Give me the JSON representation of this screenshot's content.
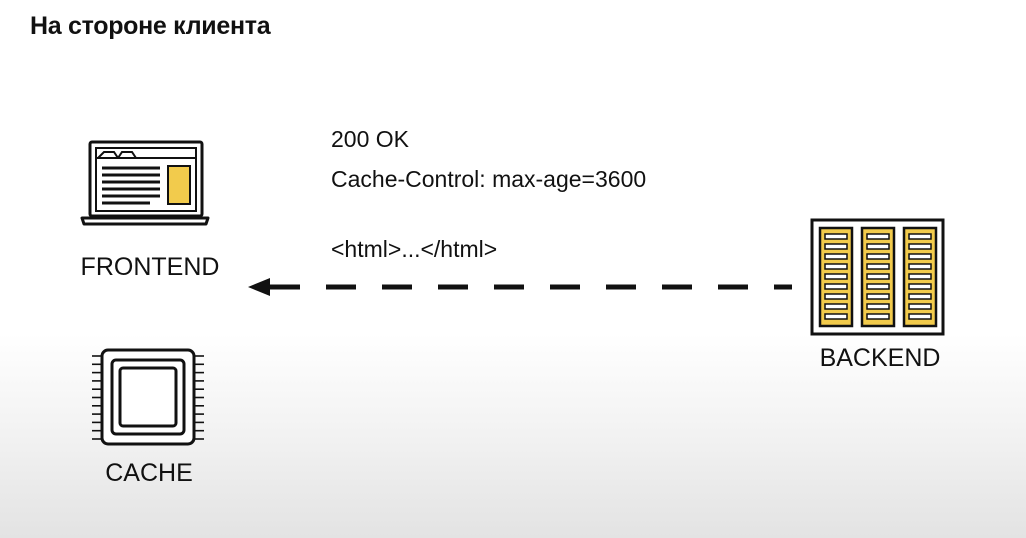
{
  "slide": {
    "title": "На стороне клиента"
  },
  "nodes": {
    "frontend": {
      "label": "FRONTEND",
      "icon": "laptop-icon"
    },
    "cache": {
      "label": "CACHE",
      "icon": "chip-icon"
    },
    "backend": {
      "label": "BACKEND",
      "icon": "server-rack-icon"
    }
  },
  "response": {
    "status": "200 OK",
    "header": "Cache-Control: max-age=3600",
    "body": "<html>...</html>",
    "direction": "backend-to-frontend",
    "line_style": "dashed"
  },
  "colors": {
    "accent": "#f2cb4c",
    "ink": "#111111",
    "background": "#ffffff"
  }
}
